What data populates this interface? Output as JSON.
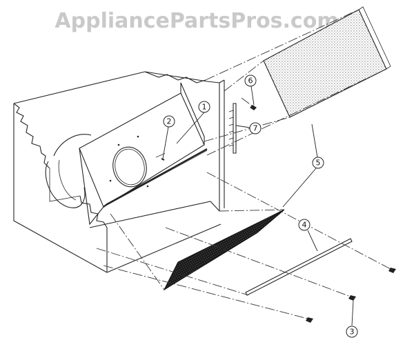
{
  "watermark": "AppliancePartsPros.com",
  "callouts": [
    {
      "id": "callout-1",
      "label": "1"
    },
    {
      "id": "callout-2",
      "label": "2"
    },
    {
      "id": "callout-3",
      "label": "3"
    },
    {
      "id": "callout-4",
      "label": "4"
    },
    {
      "id": "callout-5",
      "label": "5"
    },
    {
      "id": "callout-6",
      "label": "6"
    },
    {
      "id": "callout-7",
      "label": "7"
    }
  ]
}
